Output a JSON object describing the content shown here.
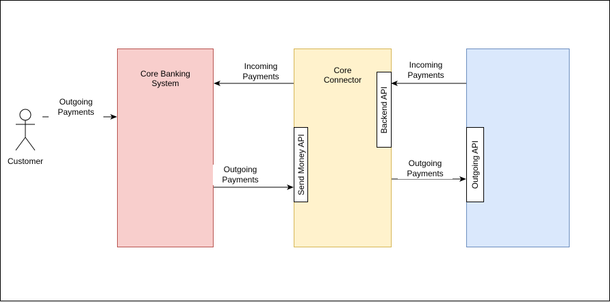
{
  "actor": {
    "label": "Customer"
  },
  "nodes": {
    "core_banking": {
      "title": "Core Banking\nSystem",
      "fill": "#f8cecc",
      "stroke": "#b85450"
    },
    "core_connector": {
      "title": "Core\nConnector",
      "fill": "#fff2cc",
      "stroke": "#d6b656"
    },
    "external_system": {
      "title": "",
      "fill": "#dae8fc",
      "stroke": "#6c8ebf"
    }
  },
  "apis": {
    "send_money": "Send Money API",
    "backend": "Backend API",
    "outgoing": "Outgoing API"
  },
  "edges": {
    "customer_to_core_banking": "Outgoing\nPayments",
    "core_banking_to_send_money": "Outgoing\nPayments",
    "core_connector_to_core_banking": "Incoming\nPayments",
    "external_to_backend": "Incoming\nPayments",
    "core_connector_to_outgoing": "Outgoing\nPayments"
  }
}
